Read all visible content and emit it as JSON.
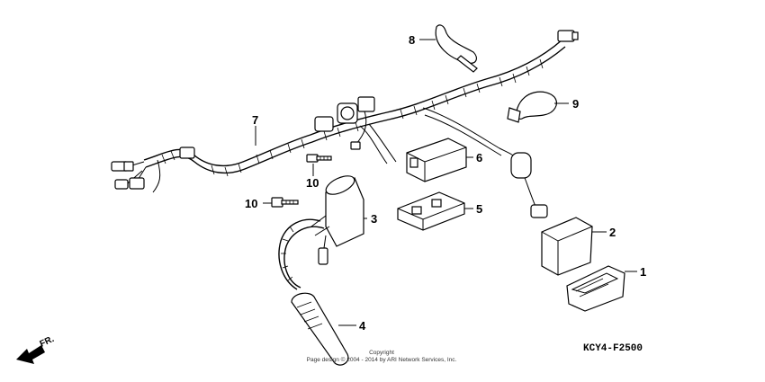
{
  "callouts": [
    {
      "id": "1",
      "label": "1"
    },
    {
      "id": "2",
      "label": "2"
    },
    {
      "id": "3",
      "label": "3"
    },
    {
      "id": "4",
      "label": "4"
    },
    {
      "id": "5",
      "label": "5"
    },
    {
      "id": "6",
      "label": "6"
    },
    {
      "id": "7",
      "label": "7"
    },
    {
      "id": "8",
      "label": "8"
    },
    {
      "id": "9",
      "label": "9"
    },
    {
      "id": "10a",
      "label": "10"
    },
    {
      "id": "10b",
      "label": "10"
    }
  ],
  "diagram_code": "KCY4-F2500",
  "direction_label": "FR.",
  "copyright": {
    "line1": "Copyright",
    "line2": "Page design © 2004 - 2014 by ARI Network Services, Inc."
  }
}
